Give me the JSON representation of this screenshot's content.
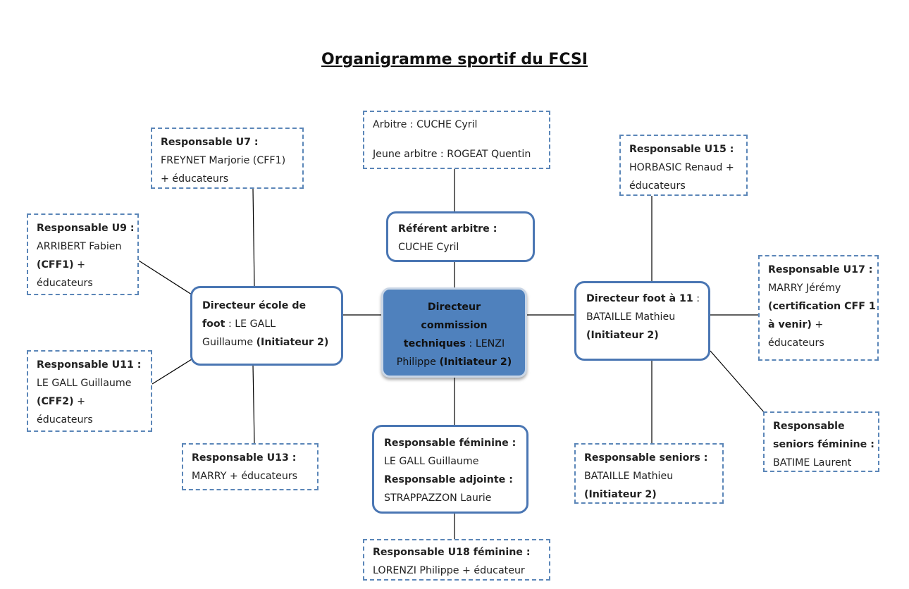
{
  "title": "Organigramme sportif du FCSI",
  "nodes": {
    "arbitres": {
      "line1": "Arbitre : CUCHE Cyril",
      "line2": "Jeune arbitre : ROGEAT Quentin"
    },
    "referent_arbitre": {
      "label": "Référent arbitre :",
      "name": "CUCHE Cyril"
    },
    "directeur_commission": {
      "label_1": "Directeur",
      "label_2": "commission",
      "label_3": "techniques",
      "sep": " : ",
      "name_1": "LENZI",
      "name_2": "Philippe",
      "qualif": "(Initiateur 2)"
    },
    "directeur_ecole": {
      "label_1": "Directeur école de",
      "label_2": "foot",
      "sep": " : ",
      "name_1": "LE GALL",
      "name_2": "Guillaume",
      "qualif": "(Initiateur 2)"
    },
    "directeur_foot11": {
      "label": "Directeur foot à 11",
      "sep": " :",
      "name": "BATAILLE Mathieu",
      "qualif": "(Initiateur 2)"
    },
    "u7": {
      "label": "Responsable U7 :",
      "line1": "FREYNET Marjorie (CFF1)",
      "line2": "+ éducateurs"
    },
    "u9": {
      "label": "Responsable U9 :",
      "line1": "ARRIBERT Fabien",
      "qualif": "(CFF1)",
      "after": " +",
      "line3": "éducateurs"
    },
    "u11": {
      "label": "Responsable U11 :",
      "line1": "LE GALL Guillaume",
      "qualif": "(CFF2)",
      "after": " +",
      "line3": "éducateurs"
    },
    "u13": {
      "label": "Responsable U13 :",
      "line1": "MARRY + éducateurs"
    },
    "u15": {
      "label": "Responsable U15 :",
      "line1": "HORBASIC Renaud +",
      "line2": "éducateurs"
    },
    "u17": {
      "label": "Responsable U17 :",
      "line1": "MARRY Jérémy",
      "qualif_1": "(certification CFF 1",
      "qualif_2": "à venir)",
      "after": " +",
      "line4": "éducateurs"
    },
    "seniors": {
      "label": "Responsable seniors :",
      "line1": "BATAILLE Mathieu",
      "qualif": "(Initiateur 2)"
    },
    "seniors_feminine": {
      "label_1": "Responsable",
      "label_2": "seniors féminine :",
      "line1": "BATIME Laurent"
    },
    "feminine": {
      "label": "Responsable féminine :",
      "name": "LE GALL Guillaume",
      "label_adj": "Responsable adjointe :",
      "name_adj": "STRAPPAZZON Laurie"
    },
    "u18_feminine": {
      "label": "Responsable U18 féminine :",
      "line1": "LORENZI Philippe + éducateur"
    }
  },
  "colors": {
    "accent_border": "#4a76b3",
    "dashed_border": "#5b86b8",
    "center_fill": "#4f81bd",
    "connector": "#000000"
  }
}
